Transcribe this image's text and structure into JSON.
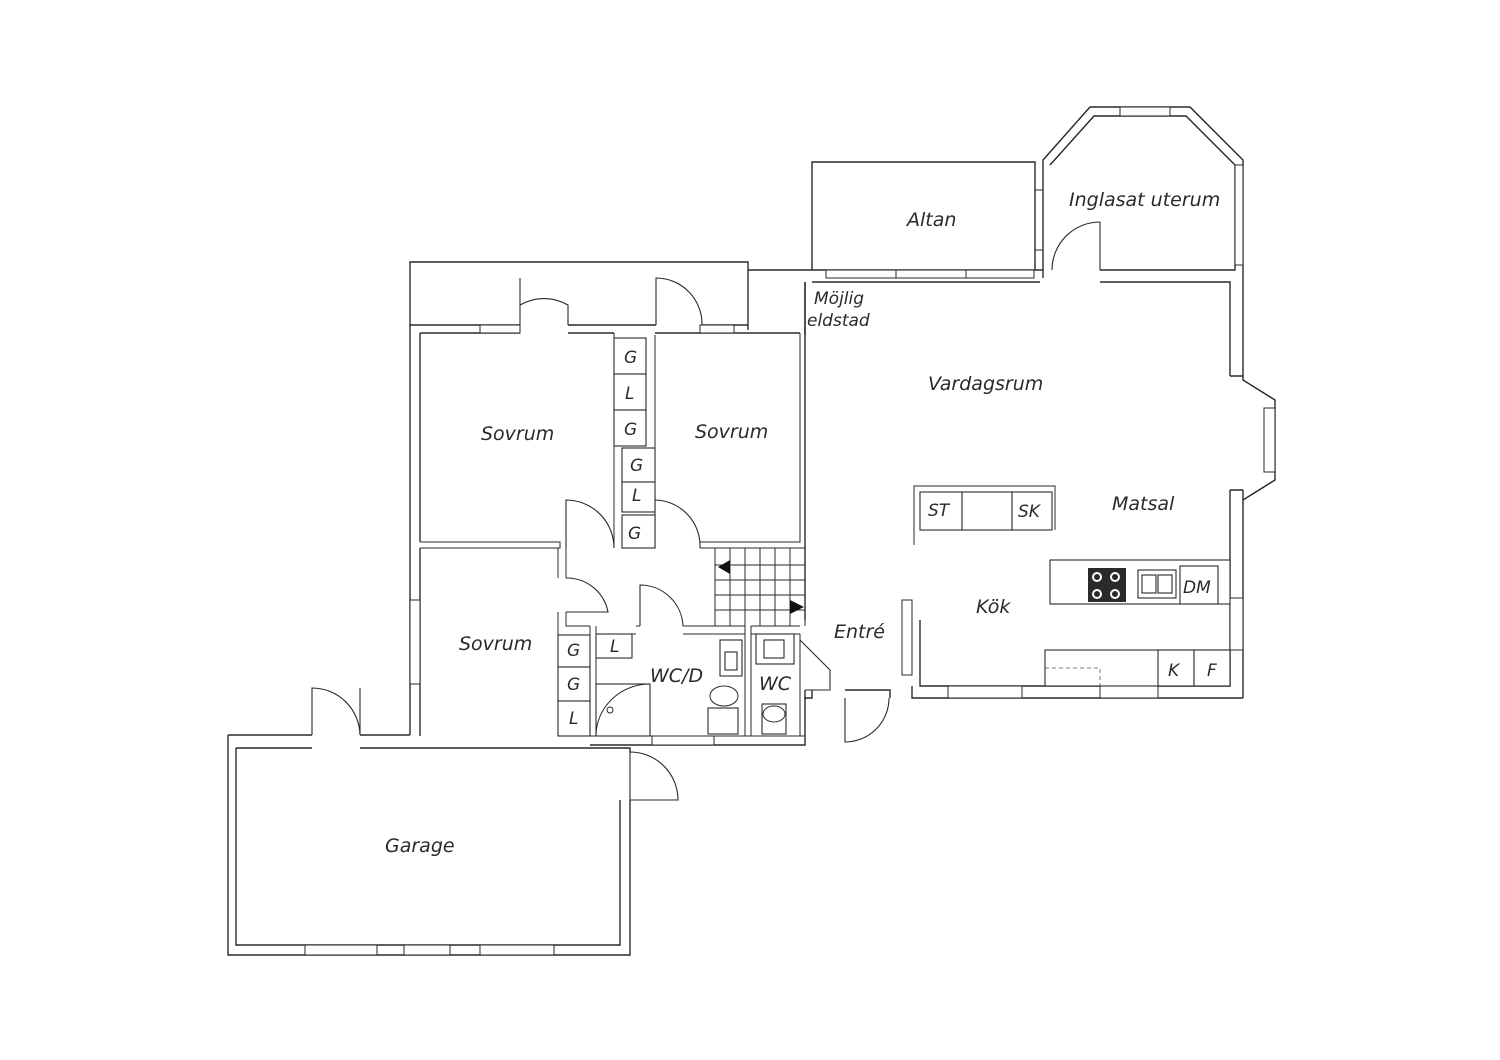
{
  "rooms": {
    "altan": "Altan",
    "uterum": "Inglasat uterum",
    "eldstad_line1": "Möjlig",
    "eldstad_line2": "eldstad",
    "vardagsrum": "Vardagsrum",
    "matsal": "Matsal",
    "kok": "Kök",
    "entre": "Entré",
    "sovrum_1": "Sovrum",
    "sovrum_2": "Sovrum",
    "sovrum_3": "Sovrum",
    "wcd": "WC/D",
    "wc": "WC",
    "garage": "Garage"
  },
  "fixtures": {
    "closet_a1": "G",
    "closet_a2": "L",
    "closet_a3": "G",
    "closet_b1": "G",
    "closet_b2": "L",
    "closet_b3": "G",
    "closet_c1": "G",
    "closet_c2": "G",
    "closet_c3": "L",
    "closet_d1": "L",
    "island_st": "ST",
    "island_sk": "SK",
    "dishwasher": "DM",
    "fridge": "K",
    "freezer": "F"
  }
}
